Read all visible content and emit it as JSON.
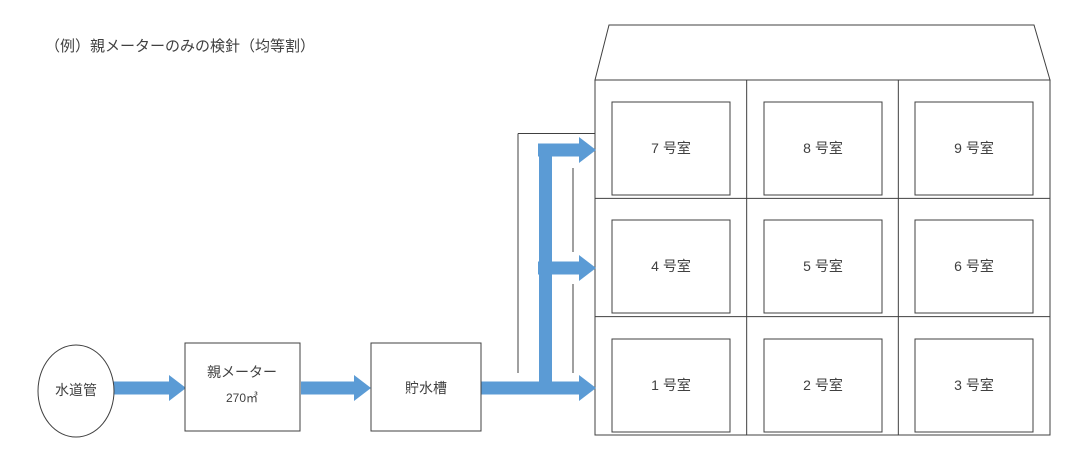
{
  "title": "（例）親メーターのみの検針（均等割）",
  "colors": {
    "flow_arrow": "#5B9BD5",
    "line": "#404040"
  },
  "source": {
    "label": "水道管"
  },
  "meter": {
    "label": "親メーター",
    "value": "270㎥"
  },
  "tank": {
    "label": "貯水槽"
  },
  "building": {
    "rooms": [
      "7 号室",
      "8 号室",
      "9 号室",
      "4 号室",
      "5 号室",
      "6 号室",
      "1 号室",
      "2 号室",
      "3 号室"
    ]
  }
}
